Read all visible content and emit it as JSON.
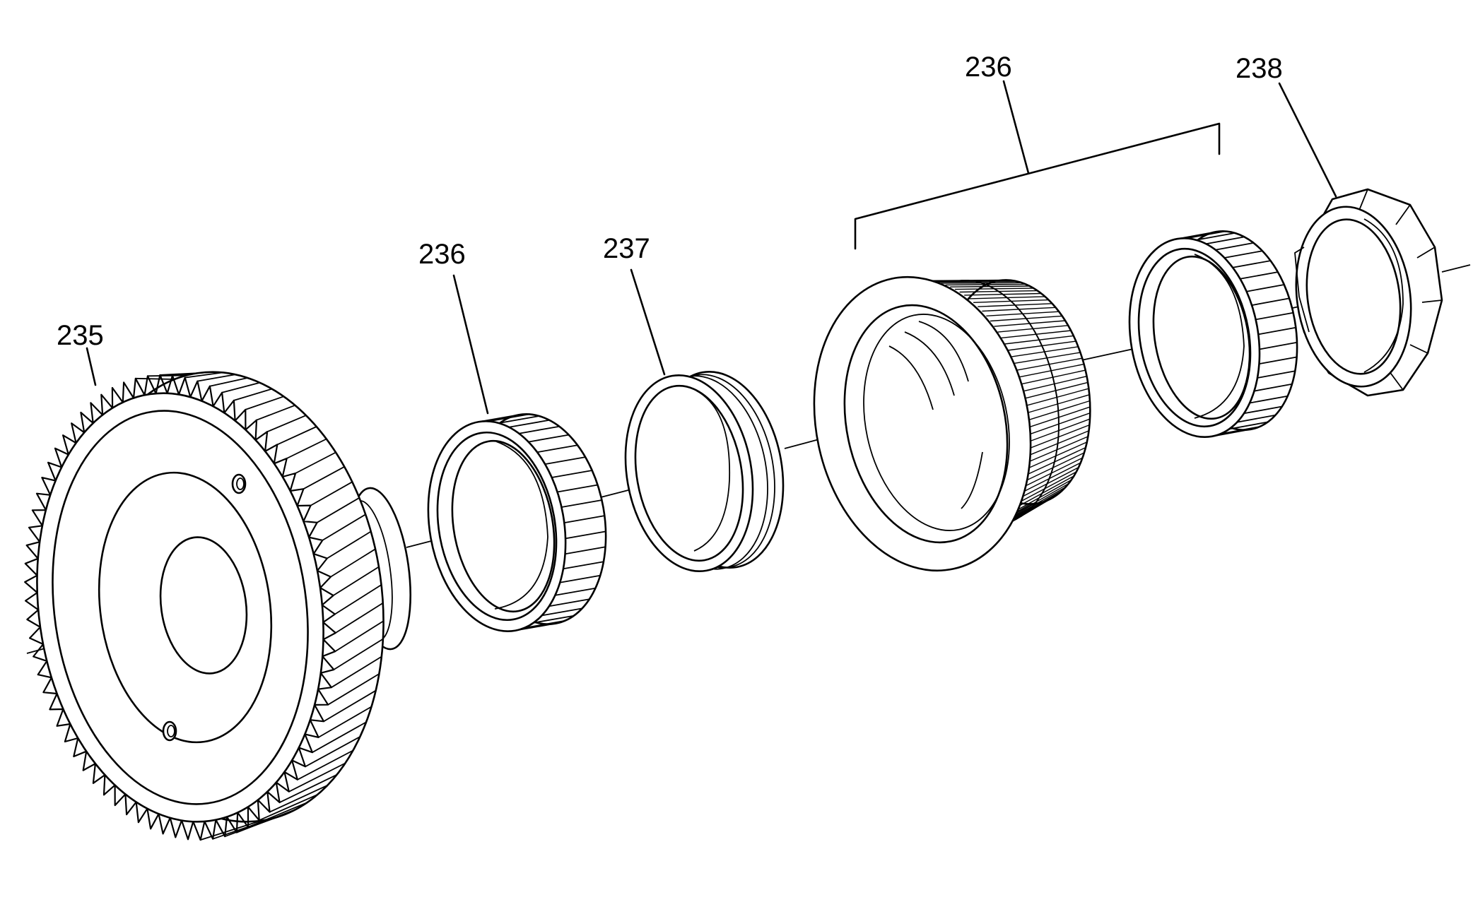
{
  "diagram": {
    "callouts": {
      "gear": "235",
      "bearing_left": "236",
      "race": "237",
      "bearing_assembly": "236",
      "nut": "238"
    }
  }
}
